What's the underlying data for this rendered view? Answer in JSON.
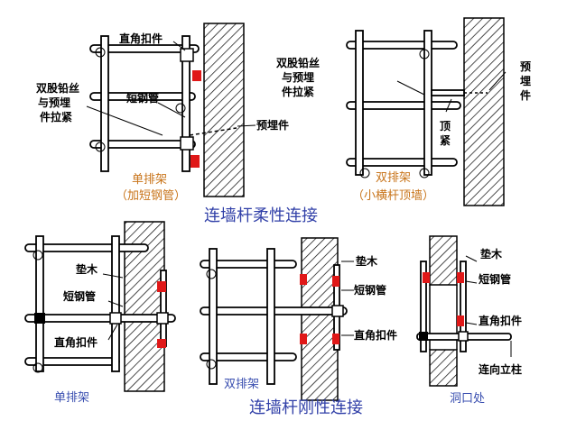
{
  "titles": {
    "flexible": "连墙杆柔性连接",
    "rigid": "连墙杆刚性连接"
  },
  "top_left": {
    "coupler": "直角扣件",
    "wire_tie": [
      "双股铅丝",
      "与预埋",
      "件拉紧"
    ],
    "short_pipe": "短钢管",
    "embedded": "预埋件",
    "caption1": "单排架",
    "caption2": "（加短钢管）"
  },
  "top_right": {
    "wire_tie": [
      "双股铅丝",
      "与预埋",
      "件拉紧"
    ],
    "embedded": [
      "预",
      "埋",
      "件"
    ],
    "brace": [
      "顶",
      "紧"
    ],
    "caption1": "双排架",
    "caption2": "（小横杆顶墙）"
  },
  "bottom_left": {
    "block": "垫木",
    "short_pipe": "短钢管",
    "coupler": "直角扣件",
    "caption": "单排架"
  },
  "bottom_mid": {
    "block": "垫木",
    "short_pipe": "短钢管",
    "coupler": "直角扣件",
    "caption": "双排架"
  },
  "bottom_right": {
    "block": "垫木",
    "short_pipe": "短钢管",
    "coupler": "直角扣件",
    "to_post": "连向立柱",
    "caption": "洞口处"
  },
  "colors": {
    "accent_red": "#e01818",
    "caption_orange": "#c8741a",
    "caption_blue": "#3a4fb0",
    "title_blue": "#3140a8"
  }
}
